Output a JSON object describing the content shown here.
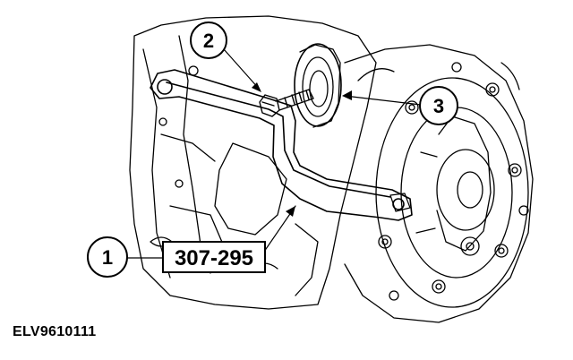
{
  "figure": {
    "id": "ELV9610111",
    "callouts": [
      {
        "number": "1",
        "label": "307-295"
      },
      {
        "number": "2"
      },
      {
        "number": "3"
      }
    ]
  }
}
